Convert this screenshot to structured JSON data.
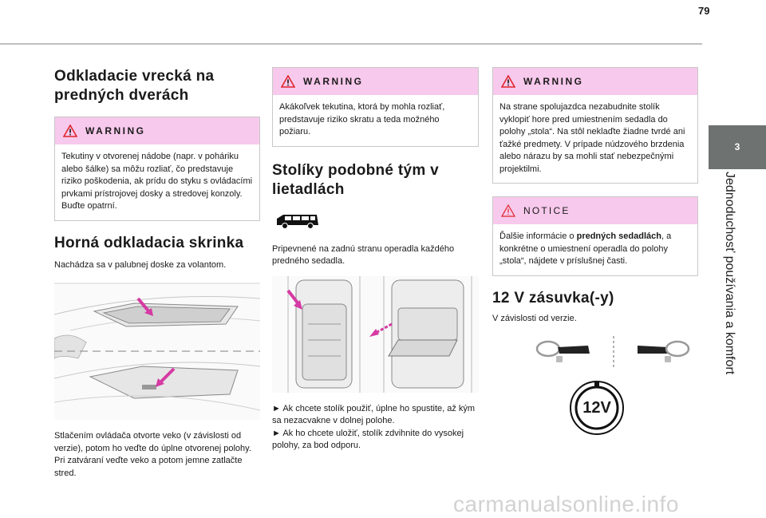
{
  "page": {
    "number": "79"
  },
  "side_tab": {
    "chapter_number": "3",
    "chapter_title": "Jednoduchosť používania a komfort"
  },
  "col1": {
    "title": "Odkladacie vrecká na predných dverách",
    "warning_label": "WARNING",
    "warning_text": "Tekutiny v otvorenej nádobe (napr. v poháriku alebo šálke) sa môžu rozliať, čo predstavuje riziko poškodenia, ak prídu do styku s ovládacími prvkami prístrojovej dosky a stredovej konzoly. Buďte opatrní.",
    "section2_title": "Horná odkladacia skrinka",
    "section2_text": "Nachádza sa v palubnej doske za volantom.",
    "caption_line1": "Stlačením ovládača otvorte veko (v závislosti od verzie), potom ho veďte do úplne otvorenej polohy.",
    "caption_line2": "Pri zatváraní veďte veko a potom jemne zatlačte stred."
  },
  "col2": {
    "warning_label": "WARNING",
    "warning_text": "Akákoľvek tekutina, ktorá by mohla rozliať, predstavuje riziko skratu a teda možného požiaru.",
    "title": "Stolíky podobné tým v lietadlách",
    "text": "Pripevnené na zadnú stranu operadla každého predného sedadla.",
    "step1": "► Ak chcete stolík použiť, úplne ho spustite, až kým sa nezacvakne v dolnej polohe.",
    "step2": "► Ak ho chcete uložiť, stolík zdvihnite do vysokej polohy, za bod odporu."
  },
  "col3": {
    "warning_label": "WARNING",
    "warning_text": "Na strane spolujazdca nezabudnite stolík vyklopiť hore pred umiestnením sedadla do polohy „stola“. Na stôl neklaďte žiadne tvrdé ani ťažké predmety. V prípade núdzového brzdenia alebo nárazu by sa mohli stať nebezpečnými projektilmi.",
    "notice_label": "NOTICE",
    "notice_pre": "Ďalšie informácie o ",
    "notice_bold": "predných sedadlách",
    "notice_post": ", a konkrétne o umiestnení operadla do polohy „stola“, nájdete v príslušnej časti.",
    "title": "12 V zásuvka(-y)",
    "text": "V závislosti od verzie.",
    "socket_label": "12V"
  },
  "colors": {
    "warning_bg": "#f7c9ec",
    "tab_bg": "#6e7270",
    "arrow": "#d63aa3"
  },
  "watermark": "carmanualsonline.info"
}
